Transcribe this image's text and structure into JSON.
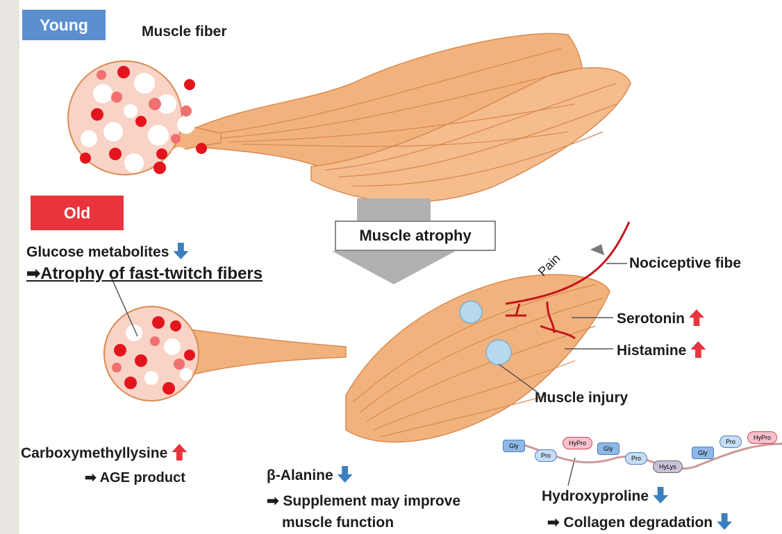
{
  "labels": {
    "young": "Young",
    "old": "Old",
    "muscle_fiber": "Muscle fiber",
    "muscle_atrophy": "Muscle atrophy",
    "glucose": "Glucose metabolites",
    "atrophy_fast": "➡Atrophy of fast-twitch fibers",
    "pain": "Pain",
    "nociceptive": "Nociceptive fibe",
    "serotonin": "Serotonin",
    "histamine": "Histamine",
    "muscle_injury": "Muscle injury",
    "cml": "Carboxymethyllysine",
    "age_product": "➡ AGE product",
    "b_alanine": "β-Alanine",
    "supplement_1": "➡ Supplement may improve",
    "supplement_2": "muscle function",
    "hydroxyproline": "Hydroxyproline",
    "collagen": "➡ Collagen degradation"
  },
  "peptides": [
    "Gly",
    "Pro",
    "HyPro",
    "Gly",
    "Pro",
    "HyLys",
    "Gly",
    "Pro",
    "HyPro"
  ],
  "colors": {
    "young_tag": "#5b8fd0",
    "old_tag": "#e8343c",
    "muscle": "#f2b27e",
    "muscle_stroke": "#d98a50",
    "red_dot": "#e3141c",
    "pink_dot": "#f07070",
    "nerve": "#c4161c",
    "down_arrow": "#3b7fc0",
    "up_arrow": "#e8343c"
  }
}
